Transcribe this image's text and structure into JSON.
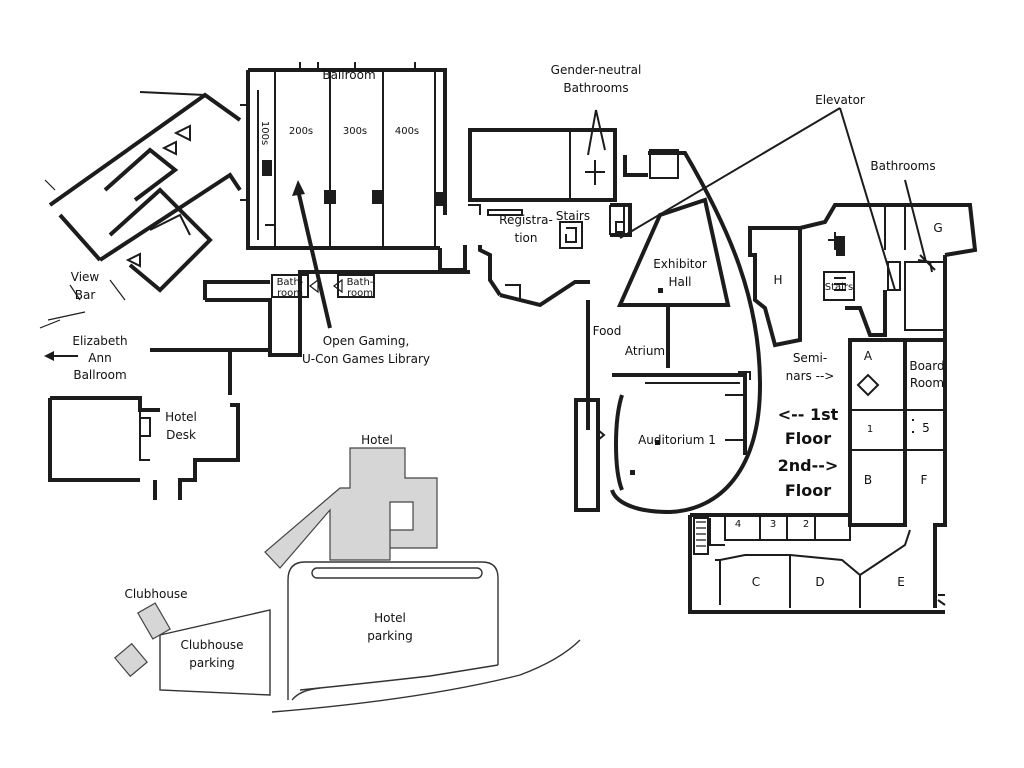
{
  "labels": {
    "ballroom": "Ballroom",
    "room_100s": "100s",
    "room_200s": "200s",
    "room_300s": "300s",
    "room_400s": "400s",
    "gender_neutral_1": "Gender-neutral",
    "gender_neutral_2": "Bathrooms",
    "elevator": "Elevator",
    "bathrooms": "Bathrooms",
    "registration_1": "Registra-",
    "registration_2": "tion",
    "stairs_main": "Stairs",
    "stairs_east": "Stairs",
    "exhibitor_1": "Exhibitor",
    "exhibitor_2": "Hall",
    "room_g": "G",
    "room_h": "H",
    "view_bar_1": "View",
    "view_bar_2": "Bar",
    "bathroom_a_1": "Bath-",
    "bathroom_a_2": "room",
    "bathroom_b_1": "Bath-",
    "bathroom_b_2": "room",
    "food": "Food",
    "atrium": "Atrium",
    "open_gaming_1": "Open Gaming,",
    "open_gaming_2": "U-Con Games Library",
    "elizabeth_1": "Elizabeth",
    "elizabeth_2": "Ann",
    "elizabeth_3": "Ballroom",
    "seminars_1": "Semi-",
    "seminars_2": "nars -->",
    "room_a": "A",
    "board_room_1": "Board",
    "board_room_2": "Room",
    "first_floor_1": "<-- 1st",
    "first_floor_2": "Floor",
    "second_floor_1": "2nd-->",
    "second_floor_2": "Floor",
    "hotel_desk_1": "Hotel",
    "hotel_desk_2": "Desk",
    "auditorium": "Auditorium 1",
    "room_1": "1",
    "room_5": "5",
    "room_b": "B",
    "room_f": "F",
    "hotel": "Hotel",
    "room_4": "4",
    "room_3": "3",
    "room_2": "2",
    "room_c": "C",
    "room_d": "D",
    "room_e": "E",
    "clubhouse": "Clubhouse",
    "clubhouse_parking_1": "Clubhouse",
    "clubhouse_parking_2": "parking",
    "hotel_parking_1": "Hotel",
    "hotel_parking_2": "parking"
  }
}
